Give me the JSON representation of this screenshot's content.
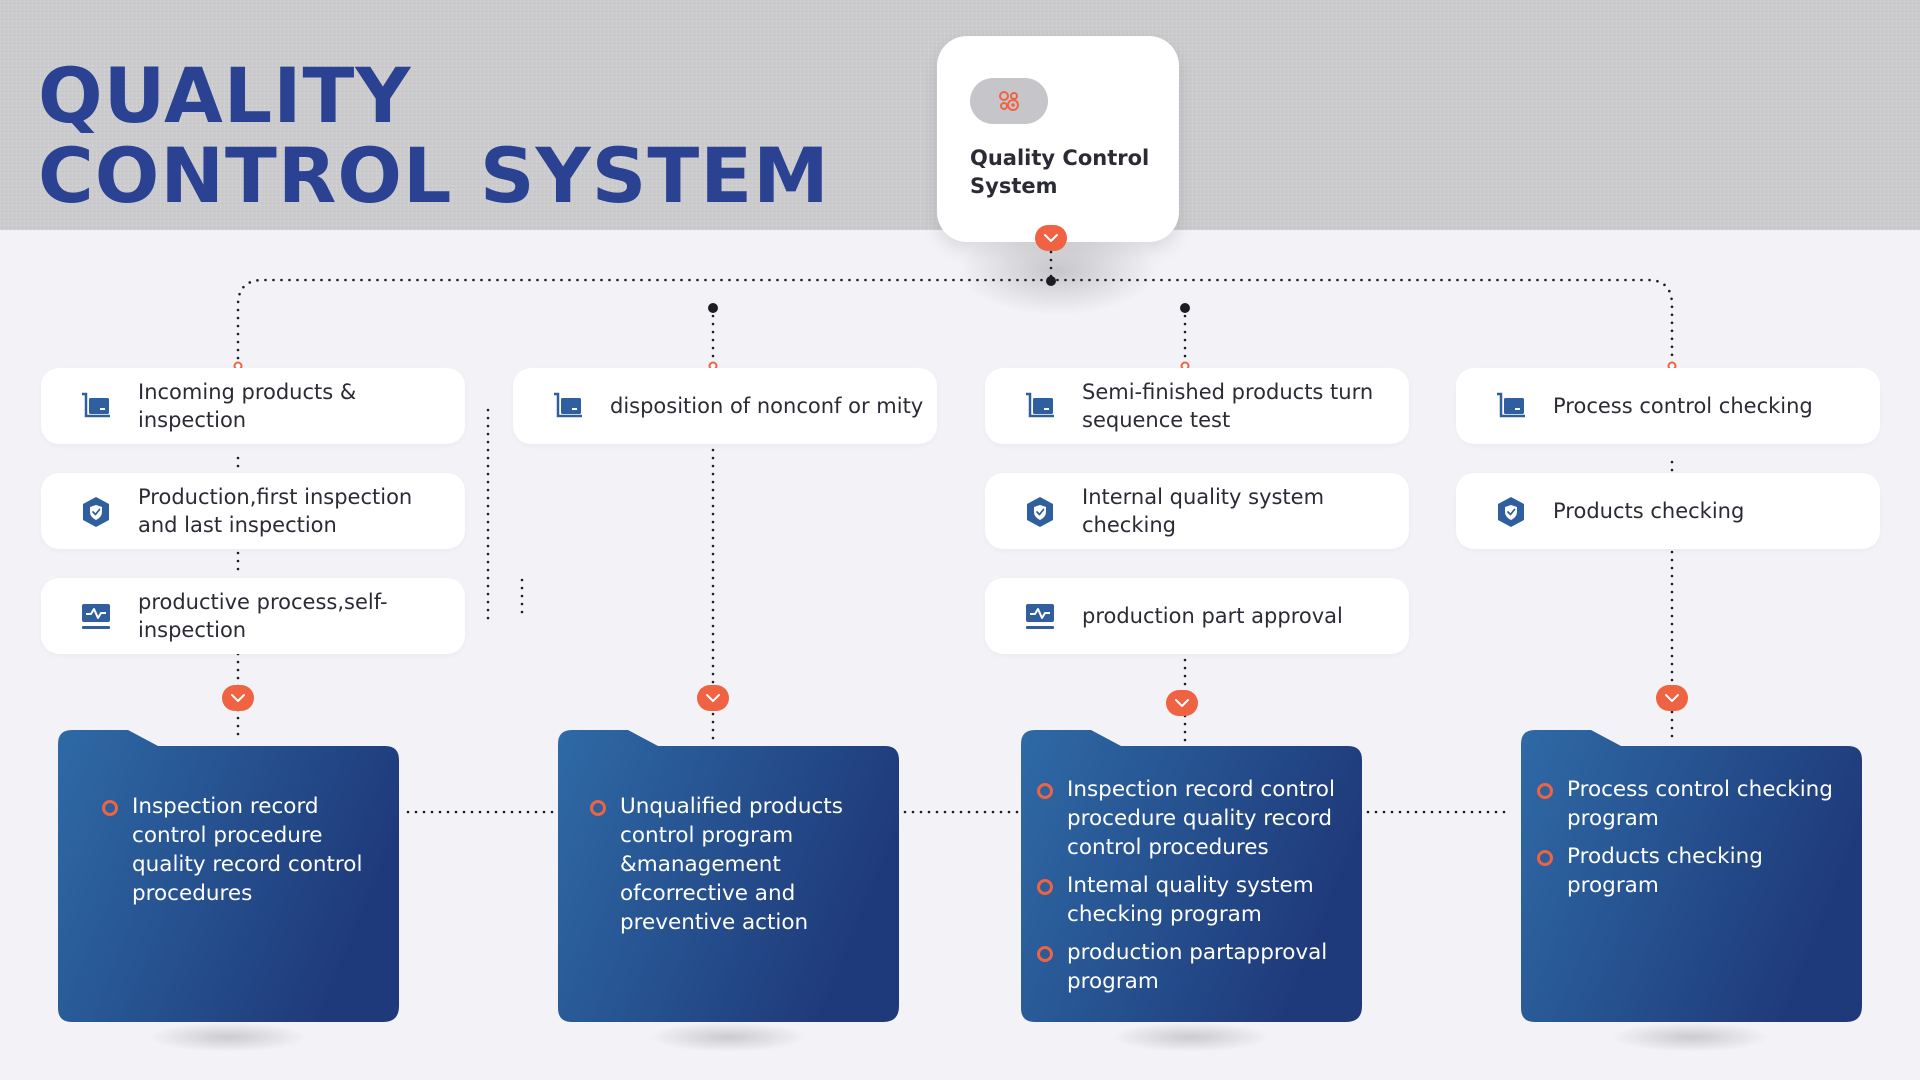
{
  "title": {
    "line1": "QUALITY",
    "line2": "CONTROL SYSTEM"
  },
  "root": {
    "label": "Quality Control System",
    "icon": "gears-icon"
  },
  "columns": [
    {
      "cards": [
        {
          "label": "Incoming products & inspection",
          "icon": "box-icon"
        },
        {
          "label": "Production,first inspection and last inspection",
          "icon": "shield-check-icon"
        },
        {
          "label": "productive process,self-inspection",
          "icon": "pulse-monitor-icon"
        }
      ],
      "folder": {
        "items": [
          "Inspection record control procedure quality record control procedures"
        ]
      }
    },
    {
      "cards": [
        {
          "label": "disposition of nonconf or mity",
          "icon": "box-icon"
        }
      ],
      "folder": {
        "items": [
          "Unqualified products control program &management ofcorrective and preventive action"
        ]
      }
    },
    {
      "cards": [
        {
          "label": "Semi-finished products turn sequence test",
          "icon": "box-icon"
        },
        {
          "label": "Internal quality system checking",
          "icon": "shield-check-icon"
        },
        {
          "label": "production part approval",
          "icon": "pulse-monitor-icon"
        }
      ],
      "folder": {
        "items": [
          "Inspection record control procedure quality record control procedures",
          "Intemal quality system checking program",
          "production partapproval program"
        ]
      }
    },
    {
      "cards": [
        {
          "label": "Process control checking",
          "icon": "box-icon"
        },
        {
          "label": "Products checking",
          "icon": "shield-check-icon"
        }
      ],
      "folder": {
        "items": [
          "Process control checking program",
          "Products checking program"
        ]
      }
    }
  ],
  "colors": {
    "title": "#2a4291",
    "accent": "#ef6343",
    "icon": "#2f5f9e",
    "folder_light": "#2e6aa6",
    "folder_dark": "#1f3a7a",
    "text_dark": "#2b2b35"
  }
}
